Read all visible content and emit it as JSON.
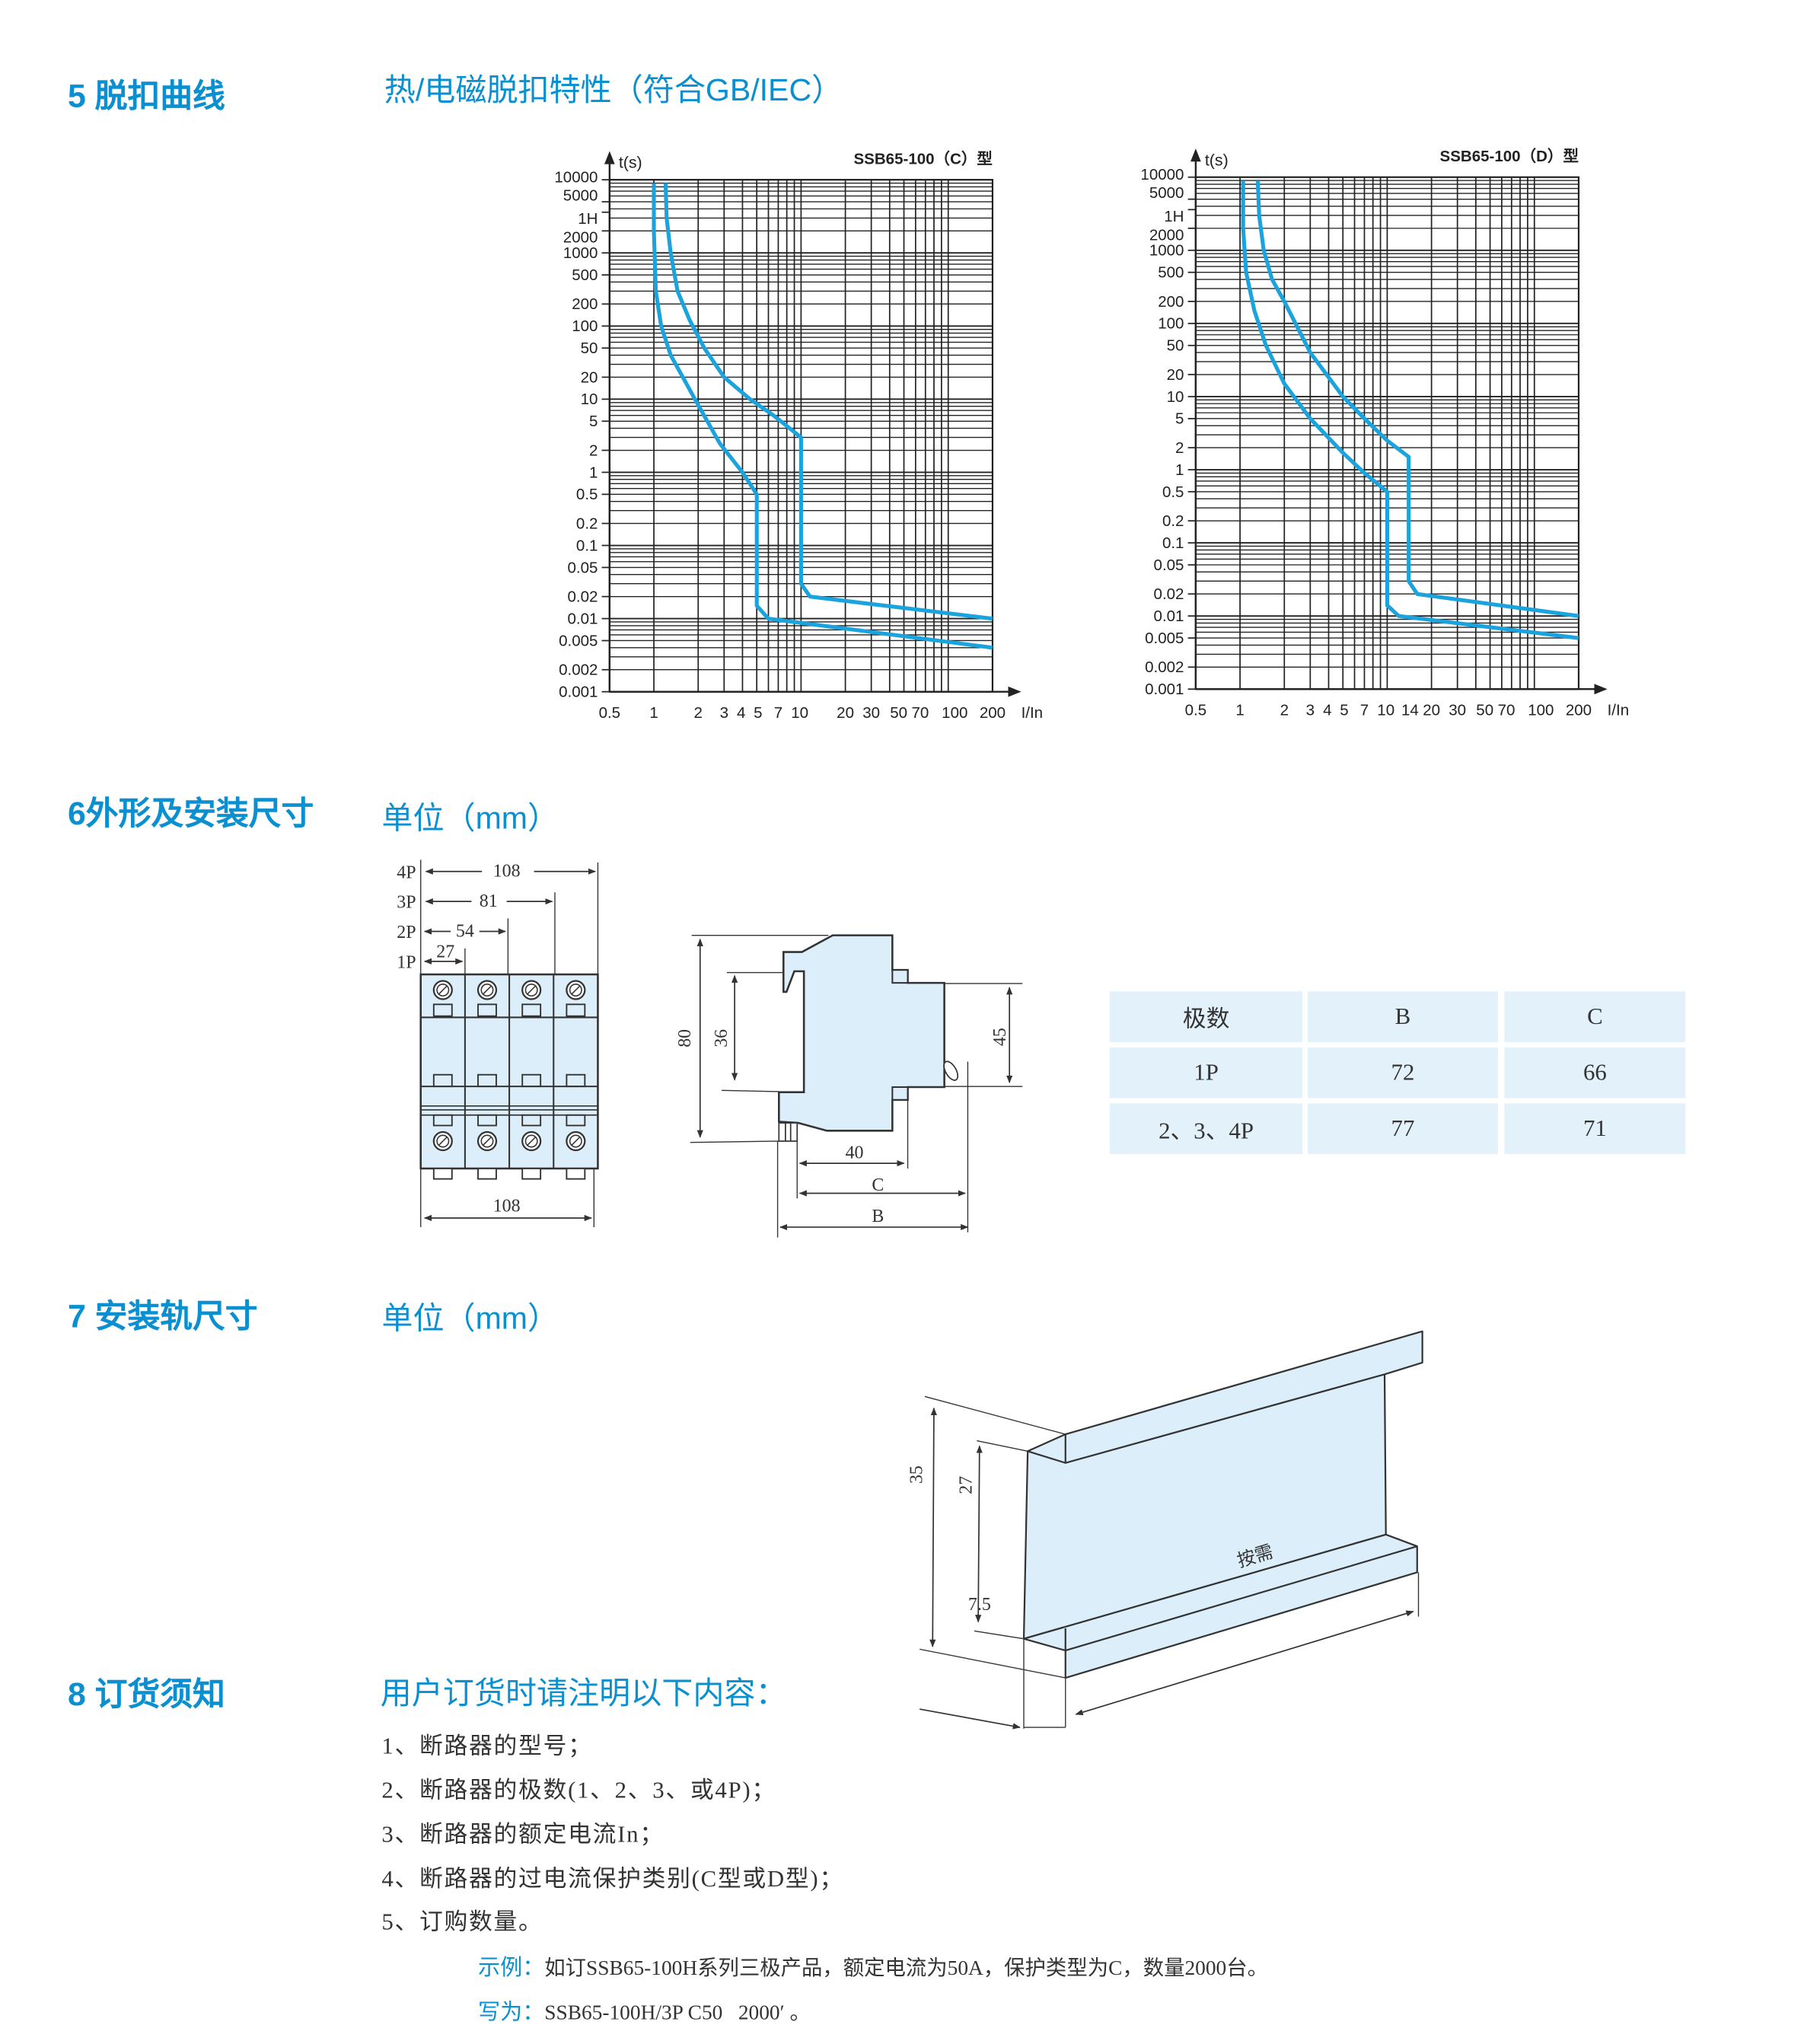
{
  "sections": {
    "s5": {
      "title": "5 脱扣曲线",
      "subtitle": "热/电磁脱扣特性（符合GB/IEC）"
    },
    "s6": {
      "title": "6外形及安装尺寸",
      "subtitle": "单位（mm）"
    },
    "s7": {
      "title": "7 安装轨尺寸",
      "subtitle": "单位（mm）"
    },
    "s8": {
      "title": "8 订货须知",
      "subtitle": "用户订货时请注明以下内容："
    }
  },
  "chart_data": [
    {
      "type": "line",
      "title": "SSB65-100（C）型",
      "xlabel": "I/In",
      "ylabel": "t(s)",
      "xscale": "log",
      "yscale": "log",
      "xlim": [
        0.5,
        200
      ],
      "ylim": [
        0.001,
        10000
      ],
      "grid": true,
      "color": "#1aa3dc",
      "xticks": [
        {
          "v": 0.5,
          "l": "0.5"
        },
        {
          "v": 1,
          "l": "1"
        },
        {
          "v": 2,
          "l": "2"
        },
        {
          "v": 3,
          "l": "3"
        },
        {
          "v": 4,
          "l": "4"
        },
        {
          "v": 5,
          "l": "5"
        },
        {
          "v": 7,
          "l": "7"
        },
        {
          "v": 10,
          "l": "10"
        },
        {
          "v": 20,
          "l": "20"
        },
        {
          "v": 30,
          "l": "30"
        },
        {
          "v": 50,
          "l": "50"
        },
        {
          "v": 70,
          "l": "70"
        },
        {
          "v": 100,
          "l": "100"
        },
        {
          "v": 200,
          "l": "200"
        }
      ],
      "yticks": [
        {
          "v": 10000,
          "l": "10000"
        },
        {
          "v": 5000,
          "l": "5000"
        },
        {
          "v": 3600,
          "l": "1H"
        },
        {
          "v": 2000,
          "l": "2000"
        },
        {
          "v": 1000,
          "l": "1000"
        },
        {
          "v": 500,
          "l": "500"
        },
        {
          "v": 200,
          "l": "200"
        },
        {
          "v": 100,
          "l": "100"
        },
        {
          "v": 50,
          "l": "50"
        },
        {
          "v": 20,
          "l": "20"
        },
        {
          "v": 10,
          "l": "10"
        },
        {
          "v": 5,
          "l": "5"
        },
        {
          "v": 2,
          "l": "2"
        },
        {
          "v": 1,
          "l": "1"
        },
        {
          "v": 0.5,
          "l": "0.5"
        },
        {
          "v": 0.2,
          "l": "0.2"
        },
        {
          "v": 0.1,
          "l": "0.1"
        },
        {
          "v": 0.05,
          "l": "0.05"
        },
        {
          "v": 0.02,
          "l": "0.02"
        },
        {
          "v": 0.01,
          "l": "0.01"
        },
        {
          "v": 0.005,
          "l": "0.005"
        },
        {
          "v": 0.002,
          "l": "0.002"
        },
        {
          "v": 0.001,
          "l": "0.001"
        }
      ],
      "series": [
        {
          "name": "upper-limit",
          "points": [
            [
              1.2,
              9000
            ],
            [
              1.22,
              3000
            ],
            [
              1.3,
              1000
            ],
            [
              1.45,
              300
            ],
            [
              1.75,
              120
            ],
            [
              2.2,
              50
            ],
            [
              3,
              20
            ],
            [
              4.5,
              10
            ],
            [
              6.5,
              6
            ],
            [
              10,
              3
            ],
            [
              10,
              0.03
            ],
            [
              11.5,
              0.02
            ],
            [
              200,
              0.01
            ]
          ]
        },
        {
          "name": "lower-limit",
          "points": [
            [
              1,
              9000
            ],
            [
              1,
              2000
            ],
            [
              1.03,
              300
            ],
            [
              1.12,
              100
            ],
            [
              1.3,
              40
            ],
            [
              1.9,
              10
            ],
            [
              2.8,
              2.5
            ],
            [
              4,
              1
            ],
            [
              5,
              0.5
            ],
            [
              5,
              0.015
            ],
            [
              6,
              0.01
            ],
            [
              200,
              0.004
            ]
          ]
        }
      ]
    },
    {
      "type": "line",
      "title": "SSB65-100（D）型",
      "xlabel": "I/In",
      "ylabel": "t(s)",
      "xscale": "log",
      "yscale": "log",
      "xlim": [
        0.5,
        200
      ],
      "ylim": [
        0.001,
        10000
      ],
      "grid": true,
      "color": "#1aa3dc",
      "xticks": [
        {
          "v": 0.5,
          "l": "0.5"
        },
        {
          "v": 1,
          "l": "1"
        },
        {
          "v": 2,
          "l": "2"
        },
        {
          "v": 3,
          "l": "3"
        },
        {
          "v": 4,
          "l": "4"
        },
        {
          "v": 5,
          "l": "5"
        },
        {
          "v": 7,
          "l": "7"
        },
        {
          "v": 10,
          "l": "10"
        },
        {
          "v": 14,
          "l": "14"
        },
        {
          "v": 20,
          "l": "20"
        },
        {
          "v": 30,
          "l": "30"
        },
        {
          "v": 50,
          "l": "50"
        },
        {
          "v": 70,
          "l": "70"
        },
        {
          "v": 100,
          "l": "100"
        },
        {
          "v": 200,
          "l": "200"
        }
      ],
      "yticks": [
        {
          "v": 10000,
          "l": "10000"
        },
        {
          "v": 5000,
          "l": "5000"
        },
        {
          "v": 3600,
          "l": "1H"
        },
        {
          "v": 2000,
          "l": "2000"
        },
        {
          "v": 1000,
          "l": "1000"
        },
        {
          "v": 500,
          "l": "500"
        },
        {
          "v": 200,
          "l": "200"
        },
        {
          "v": 100,
          "l": "100"
        },
        {
          "v": 50,
          "l": "50"
        },
        {
          "v": 20,
          "l": "20"
        },
        {
          "v": 10,
          "l": "10"
        },
        {
          "v": 5,
          "l": "5"
        },
        {
          "v": 2,
          "l": "2"
        },
        {
          "v": 1,
          "l": "1"
        },
        {
          "v": 0.5,
          "l": "0.5"
        },
        {
          "v": 0.2,
          "l": "0.2"
        },
        {
          "v": 0.1,
          "l": "0.1"
        },
        {
          "v": 0.05,
          "l": "0.05"
        },
        {
          "v": 0.02,
          "l": "0.02"
        },
        {
          "v": 0.01,
          "l": "0.01"
        },
        {
          "v": 0.005,
          "l": "0.005"
        },
        {
          "v": 0.002,
          "l": "0.002"
        },
        {
          "v": 0.001,
          "l": "0.001"
        }
      ],
      "series": [
        {
          "name": "upper-limit",
          "points": [
            [
              1.32,
              9000
            ],
            [
              1.35,
              3000
            ],
            [
              1.45,
              1000
            ],
            [
              1.65,
              400
            ],
            [
              2,
              200
            ],
            [
              3,
              40
            ],
            [
              5,
              10
            ],
            [
              7,
              5
            ],
            [
              10,
              2.5
            ],
            [
              14,
              1.5
            ],
            [
              14,
              0.03
            ],
            [
              16,
              0.02
            ],
            [
              200,
              0.01
            ]
          ]
        },
        {
          "name": "lower-limit",
          "points": [
            [
              1.05,
              9000
            ],
            [
              1.05,
              2000
            ],
            [
              1.1,
              500
            ],
            [
              1.25,
              150
            ],
            [
              1.5,
              50
            ],
            [
              2,
              15
            ],
            [
              3,
              5
            ],
            [
              5,
              1.7
            ],
            [
              7,
              0.9
            ],
            [
              10,
              0.5
            ],
            [
              10,
              0.014
            ],
            [
              12,
              0.01
            ],
            [
              200,
              0.005
            ]
          ]
        }
      ]
    }
  ],
  "front_view": {
    "poles": [
      "4P",
      "3P",
      "2P",
      "1P"
    ],
    "widths": [
      "108",
      "81",
      "54",
      "27"
    ],
    "bottom_width": "108"
  },
  "side_view": {
    "h80": "80",
    "h36": "36",
    "h45": "45",
    "w40": "40",
    "wC": "C",
    "wB": "B"
  },
  "table": {
    "headers": [
      "极数",
      "B",
      "C"
    ],
    "rows": [
      [
        "1P",
        "72",
        "66"
      ],
      [
        "2、3、4P",
        "77",
        "71"
      ]
    ]
  },
  "rail": {
    "h35": "35",
    "h27": "27",
    "w75": "7.5",
    "length": "按需"
  },
  "order": {
    "items": [
      "1、断路器的型号；",
      "2、断路器的极数(1、2、3、或4P)；",
      "3、断路器的额定电流In；",
      "4、断路器的过电流保护类别(C型或D型)；",
      "5、订购数量。"
    ],
    "example_label": "示例：",
    "example_text": "如订SSB65-100H系列三极产品，额定电流为50A，保护类型为C，数量2000台。",
    "write_label": "写为：",
    "write_text": "SSB65-100H/3P C50   2000′ 。"
  }
}
